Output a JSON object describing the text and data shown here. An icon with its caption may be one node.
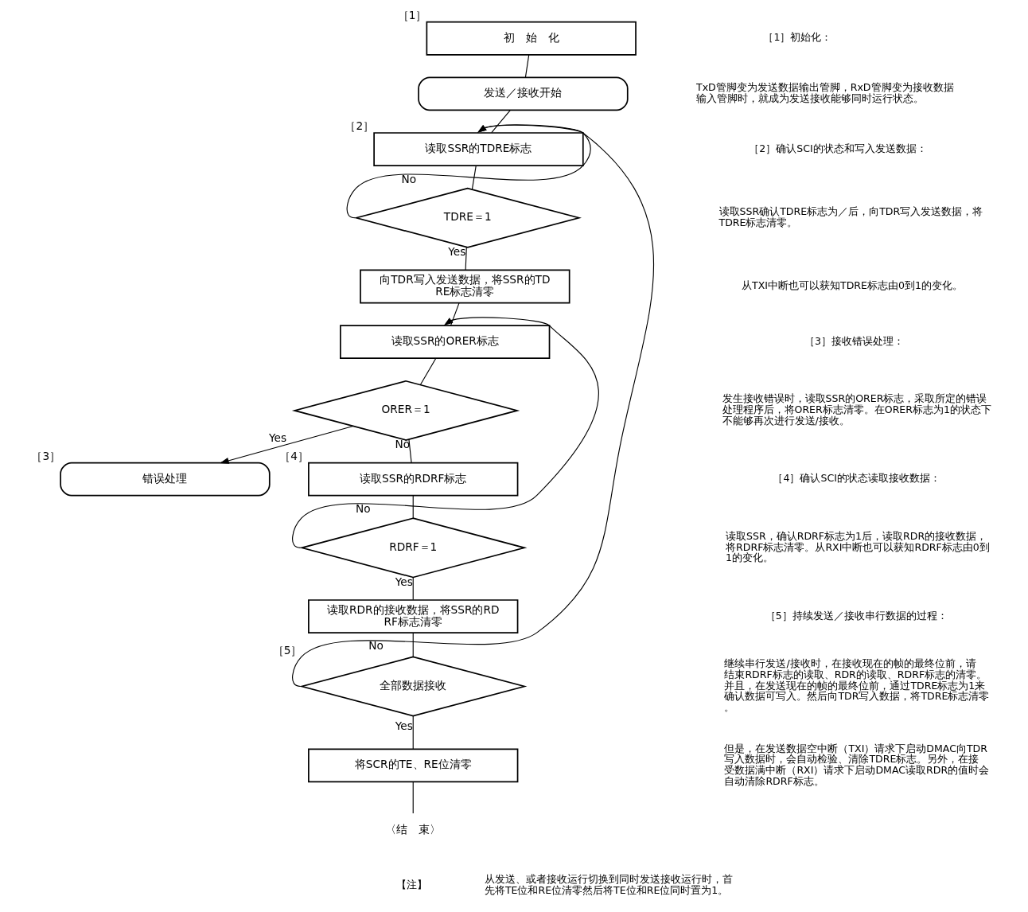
{
  "diagram": {
    "nodes": [
      {
        "text": [
          "初　始　化"
        ],
        "beside": [
          "［1］"
        ]
      },
      {
        "text": [
          "发送／接收开始"
        ]
      },
      {
        "text": [
          "读取SSR的TDRE标志"
        ],
        "beside": [
          "［2］"
        ]
      },
      {
        "text": [
          "TDRE＝1"
        ]
      },
      {
        "text": [
          "向TDR写入发送数据，将SSR的TDRE标志清零"
        ]
      },
      {
        "text": [
          "读取SSR的ORER标志"
        ]
      },
      {
        "text": [
          "ORER＝1"
        ]
      },
      {
        "text": [
          "错误处理"
        ],
        "beside": [
          "［3］"
        ]
      },
      {
        "text": [
          "读取SSR的RDRF标志"
        ],
        "beside": [
          "［4］"
        ]
      },
      {
        "text": [
          "RDRF＝1"
        ]
      },
      {
        "text": [
          "读取RDR的接收数据，将SSR的RDRF标志清零"
        ]
      },
      {
        "text": [
          "全部数据接收"
        ],
        "beside": [
          "［5］"
        ]
      },
      {
        "text": [
          "将SCR的TE、RE位清零"
        ]
      },
      {
        "text": [
          "〈结　束〉"
        ]
      }
    ],
    "edges": [
      {
        "from": 0,
        "to": 1,
        "arrow": "none"
      },
      {
        "from": 1,
        "to": 2,
        "arrow": "none"
      },
      {
        "from": 2,
        "to": 3,
        "arrow": "none"
      },
      {
        "from": 3,
        "to": 2,
        "arrow": "to",
        "label": "No"
      },
      {
        "from": 3,
        "to": 4,
        "arrow": "none",
        "label": "Yes"
      },
      {
        "from": 4,
        "to": 5,
        "arrow": "none"
      },
      {
        "from": 5,
        "to": 6,
        "arrow": "none"
      },
      {
        "from": 6,
        "to": 7,
        "arrow": "to",
        "label": "Yes"
      },
      {
        "from": 6,
        "to": 8,
        "arrow": "none",
        "label": "No"
      },
      {
        "from": 8,
        "to": 9,
        "arrow": "none"
      },
      {
        "from": 9,
        "to": 5,
        "arrow": "to",
        "label": "No"
      },
      {
        "from": 9,
        "to": 10,
        "arrow": "none",
        "label": "Yes"
      },
      {
        "from": 10,
        "to": 11,
        "arrow": "none"
      },
      {
        "from": 11,
        "to": 2,
        "arrow": "to",
        "label": "No"
      },
      {
        "from": 11,
        "to": 12,
        "arrow": "none",
        "label": "Yes"
      },
      {
        "from": 12,
        "to": 13,
        "arrow": "none"
      }
    ],
    "labels": [
      "［1］初始化：",
      "TxD管脚变为发送数据输出管脚，RxD管脚变为接收数据输入管脚时，就成为发送接收能够同时运行状态。",
      "［2］确认SCI的状态和写入发送数据：",
      "读取SSR确认TDRE标志为／后，向TDR写入发送数据，将TDRE标志清零。",
      "从TXI中断也可以获知TDRE标志由0到1的变化。",
      "［3］接收错误处理：",
      "发生接收错误时，读取SSR的ORER标志，采取所定的错误处理程序后，将ORER标志清零。在ORER标志为1的状态下不能够再次进行发送/接收。",
      "［4］确认SCI的状态读取接收数据：",
      "读取SSR，确认RDRF标志为1后，读取RDR的接收数据，将RDRF标志清零。从RXI中断也可以获知RDRF标志由0到1的变化。",
      "［5］持续发送／接收串行数据的过程：",
      "继续串行发送/接收时，在接收现在的帧的最终位前，请结束RDRF标志的读取、RDR的读取、RDRF标志的清零。并且，在发送现在的帧的最终位前，通过TDRE标志为1来确认数据可写入。然后向TDR写入数据，将TDRE标志清零。",
      "但是，在发送数据空中断（TXI）请求下启动DMAC向TDR写入数据时，会自动检验、清除TDRE标志。另外，在接受数据满中断（RXI）请求下启动DMAC读取RDR的值时会自动清除RDRF标志。",
      "【注】",
      "从发送、或者接收运行切换到同时发送接收运行时，首先将TE位和RE位清零然后将TE位和RE位同时置为1。"
    ]
  }
}
